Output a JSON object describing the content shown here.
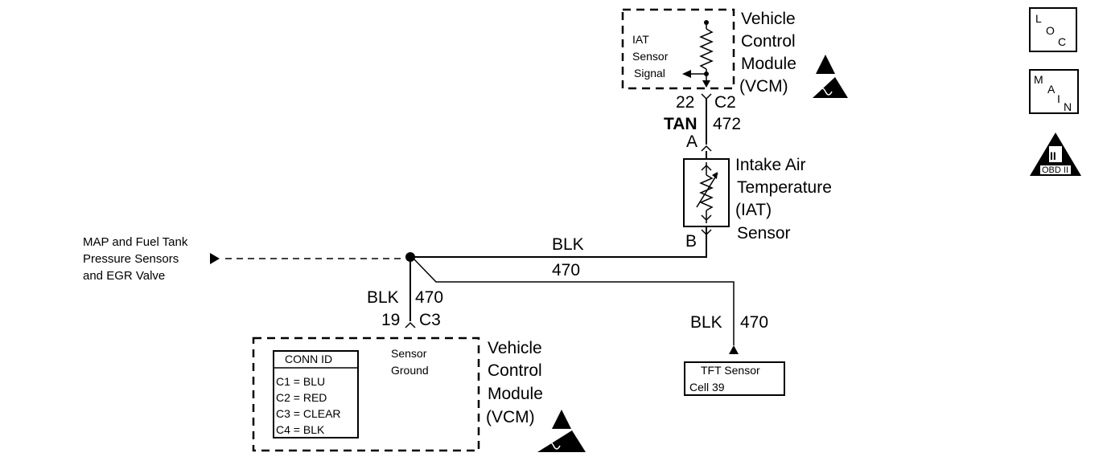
{
  "vcm_top": {
    "title_lines": [
      "Vehicle",
      "Control",
      "Module",
      "(VCM)"
    ],
    "signal_lines": [
      "IAT",
      "Sensor",
      "Signal"
    ],
    "pin": "22",
    "connector": "C2"
  },
  "wire_tan": {
    "color": "TAN",
    "circuit": "472"
  },
  "iat_sensor": {
    "terminal_a": "A",
    "terminal_b": "B",
    "name_lines": [
      "Intake Air",
      "Temperature",
      "(IAT)",
      "Sensor"
    ]
  },
  "wire_blk_main": {
    "color": "BLK",
    "circuit": "470"
  },
  "offpage": {
    "lines": [
      "MAP and Fuel Tank",
      "Pressure Sensors",
      "and EGR Valve"
    ]
  },
  "wire_blk_down": {
    "color": "BLK",
    "circuit": "470",
    "pin": "19",
    "connector": "C3"
  },
  "vcm_bottom": {
    "title_lines": [
      "Vehicle",
      "Control",
      "Module",
      "(VCM)"
    ],
    "ground_lines": [
      "Sensor",
      "Ground"
    ],
    "conn_table": {
      "header": "CONN ID",
      "rows": [
        "C1 = BLU",
        "C2 = RED",
        "C3 = CLEAR",
        "C4 = BLK"
      ]
    }
  },
  "wire_blk_tft": {
    "color": "BLK",
    "circuit": "470"
  },
  "tft_ref": {
    "lines": [
      "TFT Sensor",
      "Cell 39"
    ]
  },
  "side_icons": {
    "loc": [
      "L",
      "O",
      "C"
    ],
    "main": [
      "M",
      "A",
      "I",
      "N"
    ],
    "obd": {
      "numeral": "II",
      "label": "OBD II"
    }
  }
}
